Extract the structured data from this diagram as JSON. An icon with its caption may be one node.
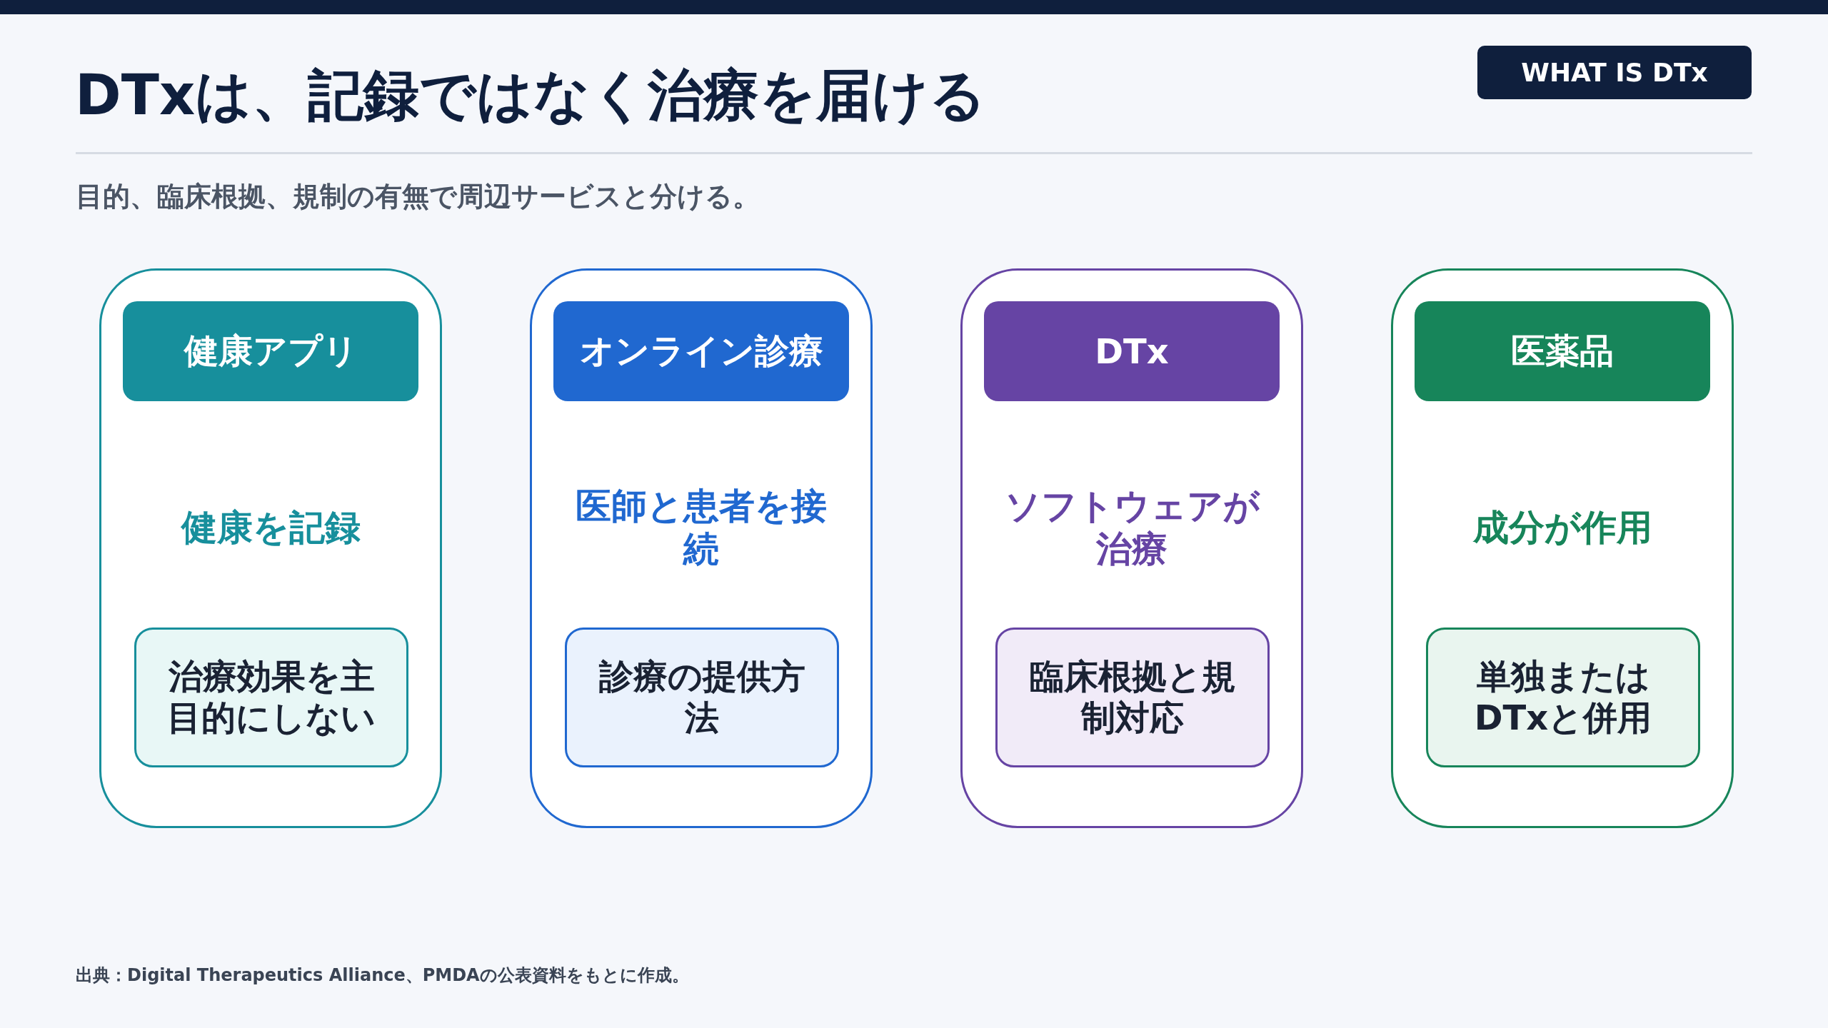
{
  "diagram": {
    "title": "DTxは、記録ではなく治療を届ける",
    "caption": "出典：Digital Therapeutics Alliance、PMDAの公表資料をもとに作成。",
    "nodes": [
      {
        "text": [
          "健康を記録"
        ]
      },
      {
        "text": [
          "健康アプリ"
        ],
        "in": 0
      },
      {
        "text": [
          "治療効果を主目的にしない"
        ],
        "in": 0
      },
      {
        "text": [
          "医師と患者を接続"
        ]
      },
      {
        "text": [
          "オンライン診療"
        ],
        "in": 3
      },
      {
        "text": [
          "診療の提供方法"
        ],
        "in": 3
      },
      {
        "text": [
          "ソフトウェアが治療"
        ]
      },
      {
        "text": [
          "DTx"
        ],
        "in": 6
      },
      {
        "text": [
          "臨床根拠と規制対応"
        ],
        "in": 6
      },
      {
        "text": [
          "成分が作用"
        ]
      },
      {
        "text": [
          "医薬品"
        ],
        "in": 9
      },
      {
        "text": [
          "単独またはDTxと併用"
        ],
        "in": 9
      }
    ],
    "edges": [],
    "labels": [
      "WHAT IS DTx",
      "目的、臨床根拠、規制の有無で周辺サービスと分ける。"
    ]
  }
}
